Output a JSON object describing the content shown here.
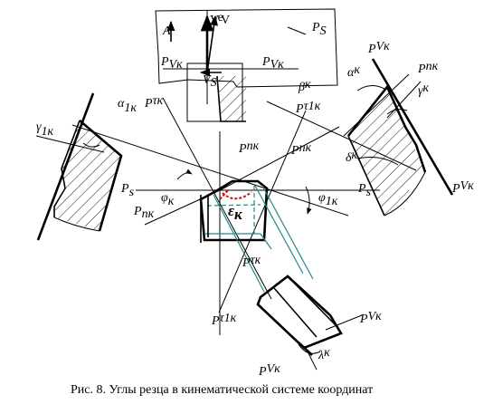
{
  "caption": "Рис. 8. Углы резца в кинематической системе координат",
  "labels": {
    "ve": "V",
    "ve_sub": "e",
    "v": "V",
    "a": "A",
    "ps_top": "P",
    "ps_top_sub": "S",
    "pvk_left_top": "P",
    "pvk_left_top_sub": "Vк",
    "pvk_right_top": "P",
    "pvk_right_top_sub": "Vк",
    "vs": "V",
    "vs_sub": "S",
    "pvk_upper_right": "P",
    "pvk_upper_right_sub": "Vк",
    "pnk_upper_right": "P",
    "pnk_upper_right_sub": "nк",
    "alpha_k_right": "α",
    "alpha_k_right_sub": "к",
    "beta_k": "β",
    "beta_k_sub": "к",
    "gamma_k_right": "γ",
    "gamma_k_right_sub": "к",
    "ptau1k_upper": "P",
    "ptau1k_upper_sub": "τ1к",
    "alpha_1k": "α",
    "alpha_1k_sub": "1к",
    "ptauk_upper": "P",
    "ptauk_upper_sub": "τк",
    "gamma_1k": "γ",
    "gamma_1k_sub": "1к",
    "pnk_center_top": "P",
    "pnk_center_top_sub": "nк",
    "pnk_mid_right": "P",
    "pnk_mid_right_sub": "nк",
    "delta_k": "δ",
    "delta_k_sub": "к",
    "pvk_far_right": "P",
    "pvk_far_right_sub": "Vк",
    "ps_left": "P",
    "ps_left_sub": "s",
    "ps_right": "P",
    "ps_right_sub": "s",
    "phi_k": "φ",
    "phi_k_sub": "к",
    "phi_1k": "φ",
    "phi_1k_sub": "1к",
    "pnk_left": "P",
    "pnk_left_sub": "nк",
    "epsilon_k": "ε",
    "epsilon_k_sub": "к",
    "ptauk_lower": "P",
    "ptauk_lower_sub": "τк",
    "ptau1k_lower": "P",
    "ptau1k_lower_sub": "τ1к",
    "pvk_lower_right": "P",
    "pvk_lower_right_sub": "Vк",
    "lambda_k": "λ",
    "lambda_k_sub": "к",
    "pvk_bottom": "P",
    "pvk_bottom_sub": "Vк"
  }
}
